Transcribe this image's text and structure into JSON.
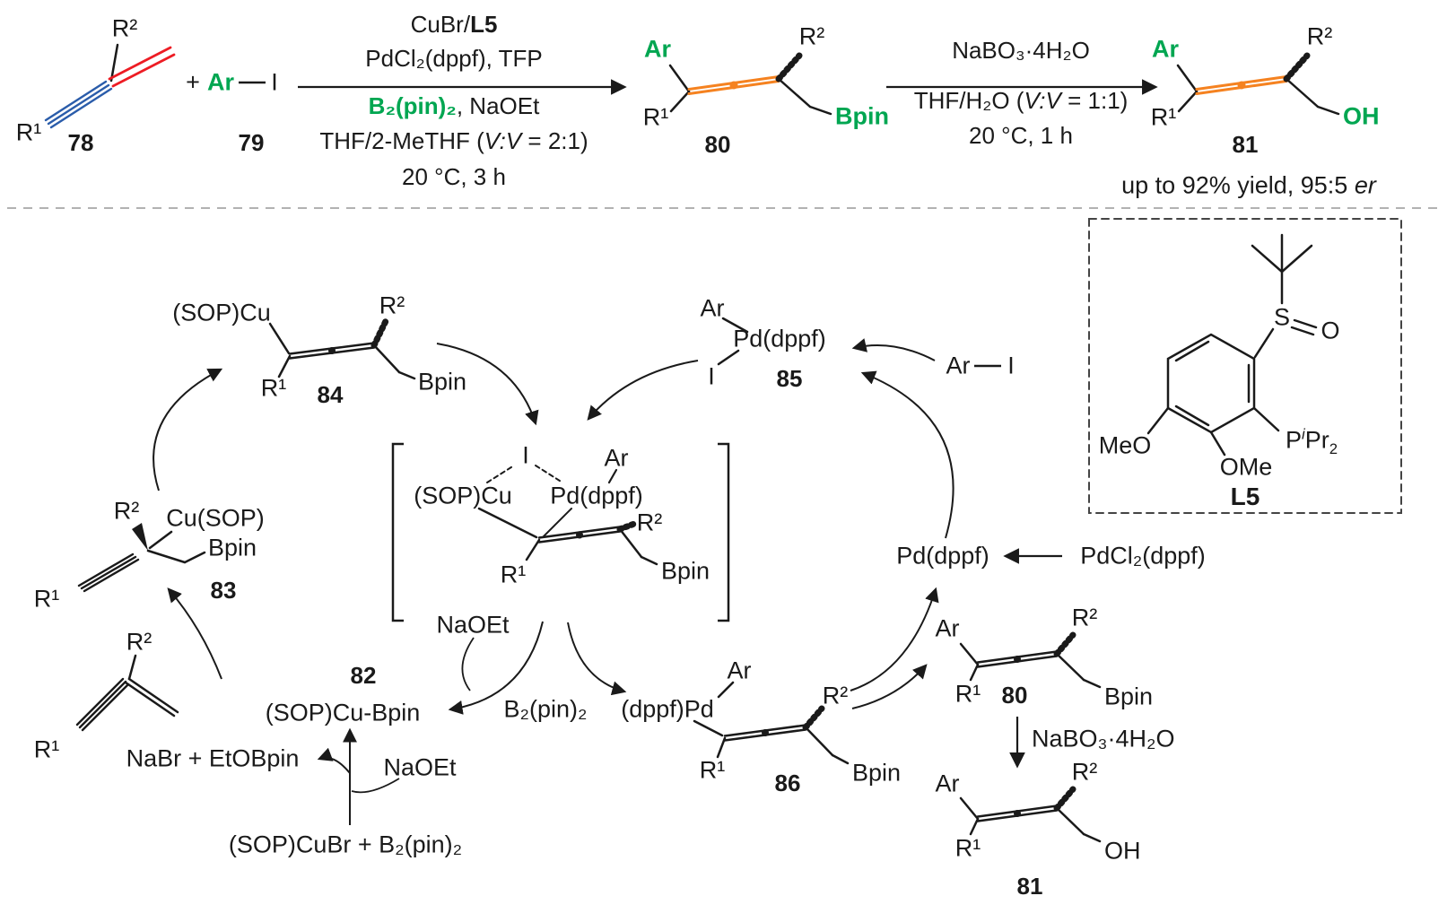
{
  "colors": {
    "accent_green": "#00A651",
    "allene_orange": "#F58220",
    "double_bond_red": "#ED1C24",
    "triple_bond_blue": "#2A5CAA",
    "ink_black": "#1a1a1a"
  },
  "scheme": {
    "c78": {
      "r2": "R²",
      "r1": "R¹",
      "num": "78"
    },
    "plus": "+",
    "c79": {
      "ar": "Ar",
      "i": "I",
      "num": "79"
    },
    "step1": {
      "l1a": "CuBr/",
      "l1b": "L5",
      "l2": "PdCl₂(dppf), TFP",
      "l3a": "B₂(pin)₂",
      "l3b": ", NaOEt",
      "l4a": "THF/2-MeTHF (",
      "l4b": "V:V",
      "l4c": " = 2:1)",
      "l5": "20 °C, 3 h"
    },
    "c80": {
      "ar": "Ar",
      "r2": "R²",
      "r1": "R¹",
      "bpin": "Bpin",
      "num": "80"
    },
    "step2": {
      "l1": "NaBO₃·4H₂O",
      "l2a": "THF/H₂O (",
      "l2b": "V:V",
      "l2c": " = 1:1)",
      "l3": "20 °C, 1 h"
    },
    "c81": {
      "ar": "Ar",
      "r2": "R²",
      "r1": "R¹",
      "oh": "OH",
      "num": "81"
    },
    "yield_main": "up to 92% yield, 95:5 ",
    "yield_er": "er"
  },
  "mech": {
    "c84": {
      "cu": "(SOP)Cu",
      "r2": "R²",
      "r1": "R¹",
      "bpin": "Bpin",
      "num": "84"
    },
    "c85": {
      "ar": "Ar",
      "pd": "Pd(dppf)",
      "i": "I",
      "num": "85"
    },
    "ari": {
      "ar": "Ar",
      "i": "I"
    },
    "l5box": {
      "meo": "MeO",
      "ome": "OMe",
      "s": "S",
      "o": "O",
      "p": "P",
      "pi": "i",
      "ppr": "Pr",
      "p2": "2",
      "label": "L5"
    },
    "inter": {
      "cu": "(SOP)Cu",
      "i": "I",
      "ar": "Ar",
      "pd": "Pd(dppf)",
      "r1": "R¹",
      "r2": "R²",
      "bpin": "Bpin"
    },
    "c83": {
      "r2": "R²",
      "cu": "Cu(SOP)",
      "bpin": "Bpin",
      "r1": "R¹",
      "num": "83"
    },
    "enyne": {
      "r2": "R²",
      "r1": "R¹"
    },
    "c82": {
      "num": "82",
      "formula": "(SOP)Cu-Bpin"
    },
    "naoet1": "NaOEt",
    "b2pin2": "B₂(pin)₂",
    "nabr": "NaBr + EtOBpin",
    "naoet2": "NaOEt",
    "sopcubr": "(SOP)CuBr + B₂(pin)₂",
    "c86": {
      "pd": "(dppf)Pd",
      "ar": "Ar",
      "r2": "R²",
      "r1": "R¹",
      "bpin": "Bpin",
      "num": "86"
    },
    "pddppf": "Pd(dppf)",
    "pdcl2": "PdCl₂(dppf)",
    "c80": {
      "ar": "Ar",
      "r2": "R²",
      "r1": "R¹",
      "bpin": "Bpin",
      "num": "80"
    },
    "nabo3": "NaBO₃·4H₂O",
    "c81": {
      "ar": "Ar",
      "r2": "R²",
      "r1": "R¹",
      "oh": "OH",
      "num": "81"
    }
  }
}
